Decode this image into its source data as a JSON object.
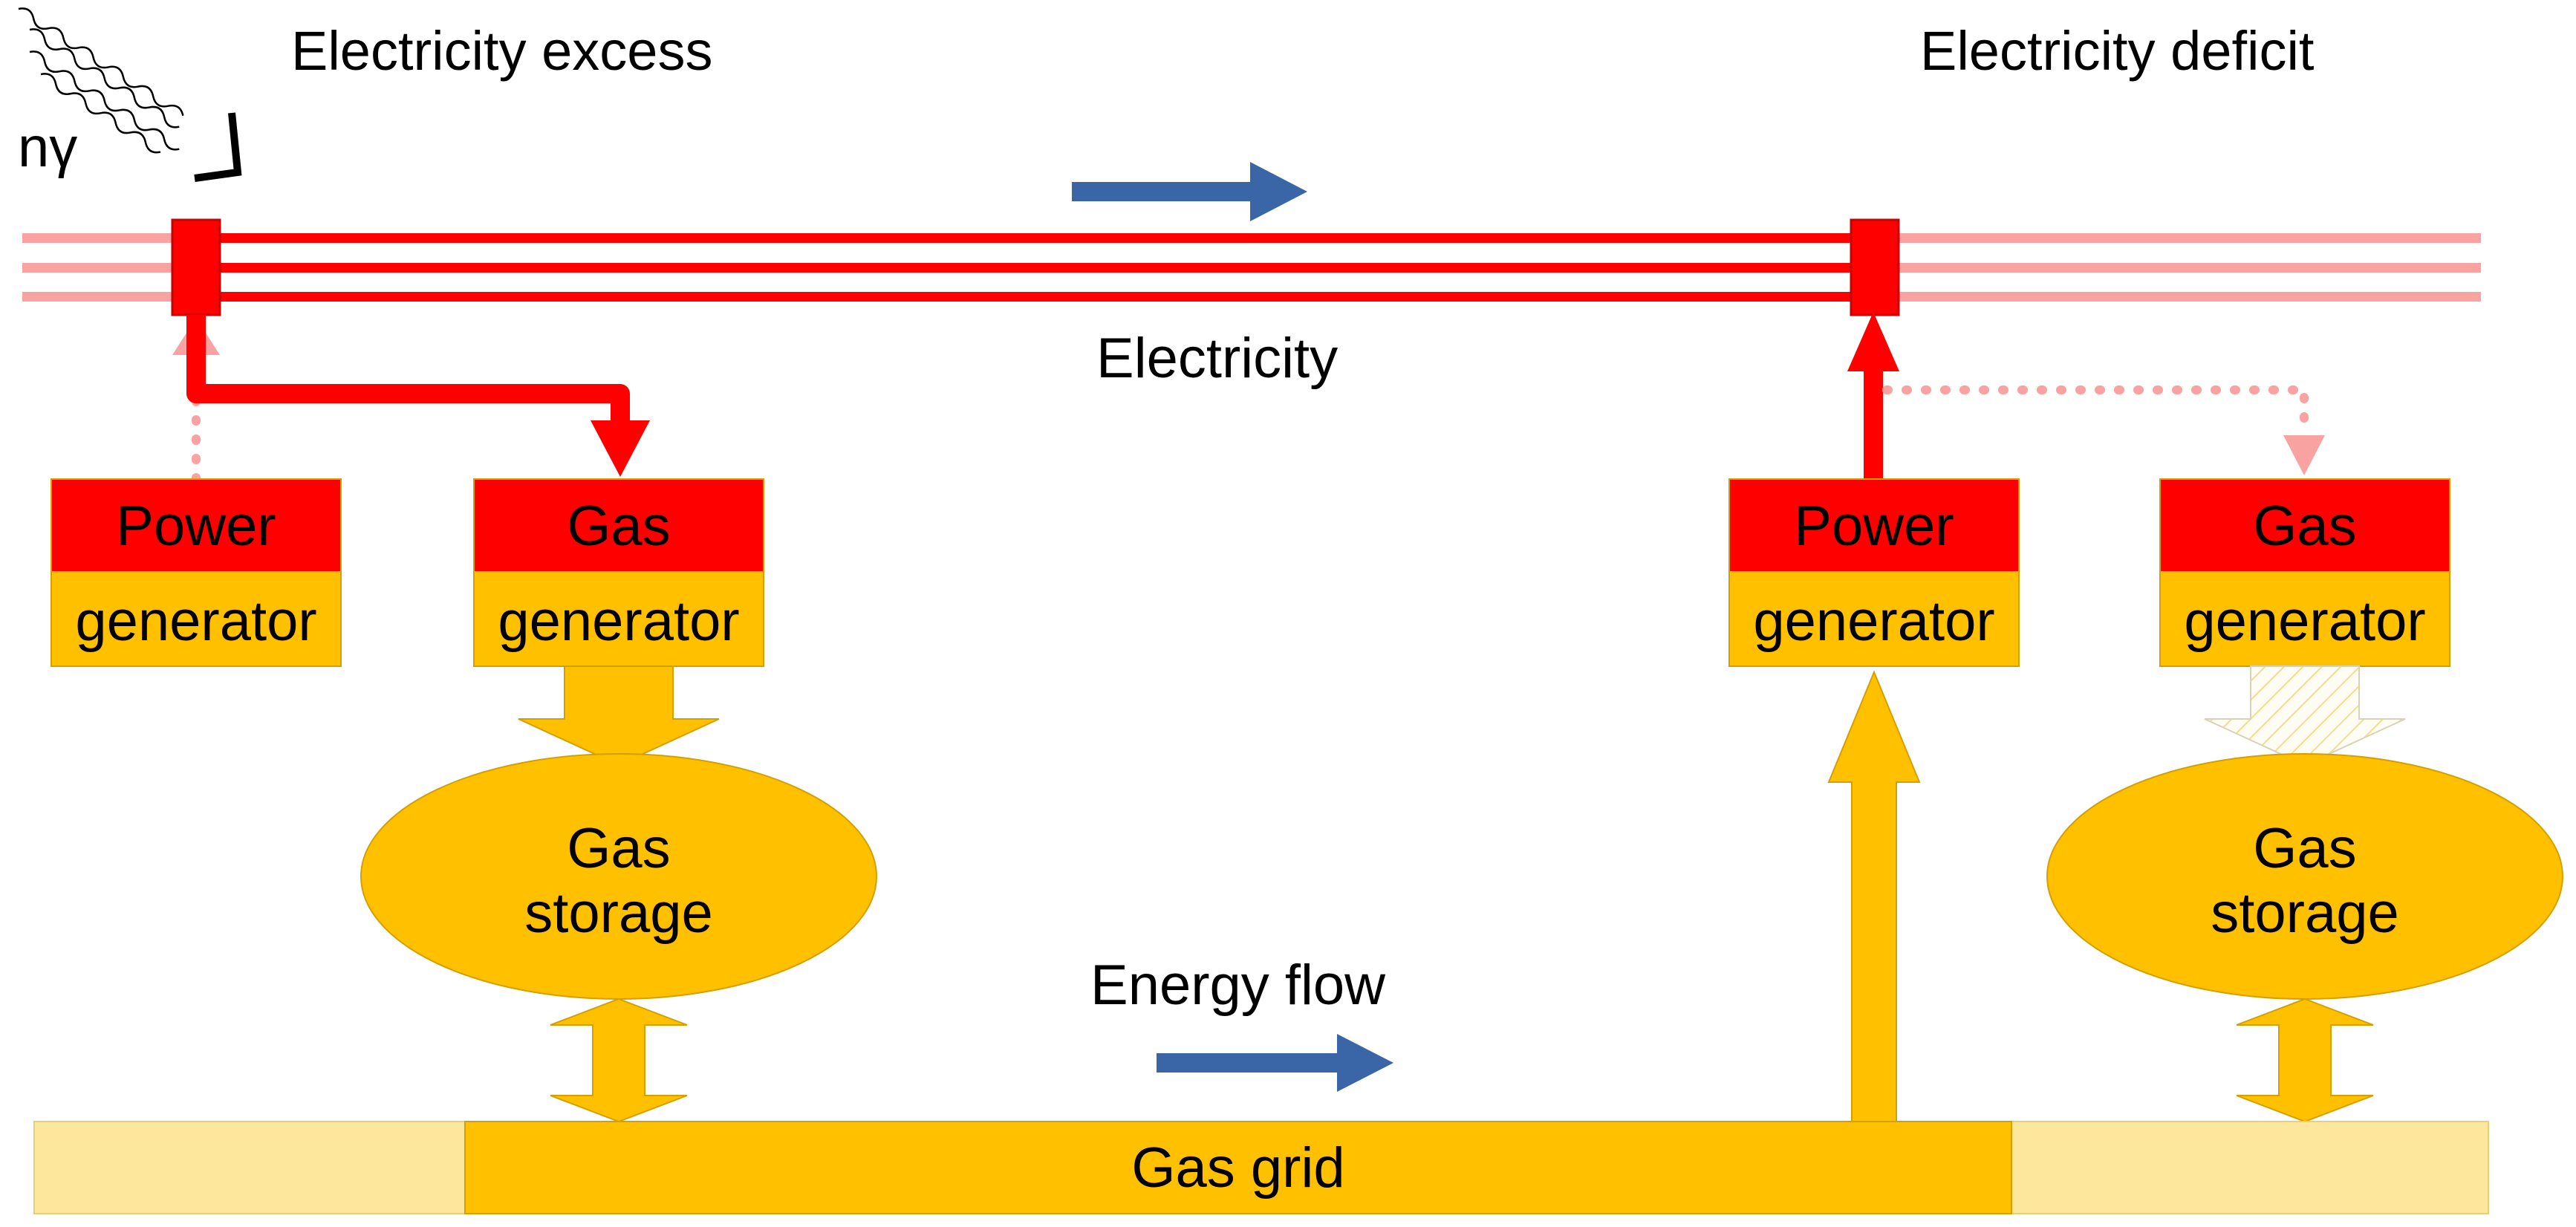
{
  "colors": {
    "electric_red": "#ff0000",
    "electric_pale": "#f8a2a2",
    "gas_gold": "#ffc000",
    "gas_gold_edge": "#d4a000",
    "gas_pale": "#fce79c",
    "flow_blue": "#3a66a8"
  },
  "icons": {
    "photon": "wavy-photon-icon"
  },
  "labels": {
    "excess": "Electricity excess",
    "deficit": "Electricity deficit",
    "electricity": "Electricity",
    "energy_flow": "Energy flow",
    "gas_grid": "Gas grid",
    "photon_symbol": "nγ"
  },
  "boxes": {
    "power_word": "Power",
    "gas_word": "Gas",
    "generator_word": "generator",
    "storage_line1": "Gas",
    "storage_line2": "storage"
  }
}
